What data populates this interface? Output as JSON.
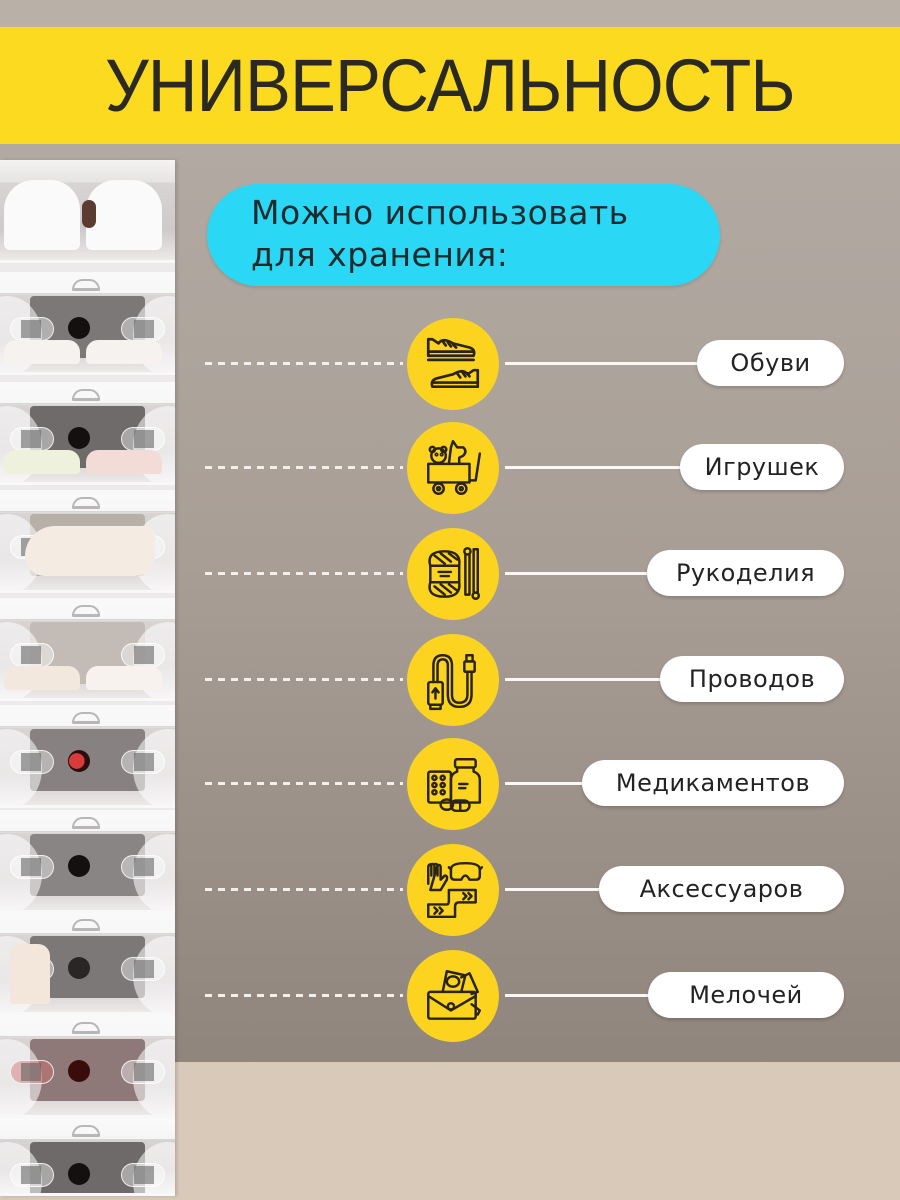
{
  "banner": {
    "title": "УНИВЕРСАЛЬНОСТЬ",
    "background_color": "#fcda1f",
    "text_color": "#2b2a22"
  },
  "intro": {
    "line1": "Можно использовать",
    "line2": "для хранения:",
    "background_color": "#2ad8f5"
  },
  "categories": [
    {
      "label": "Обуви",
      "icon": "sneakers-icon"
    },
    {
      "label": "Игрушек",
      "icon": "toy-wagon-icon"
    },
    {
      "label": "Рукоделия",
      "icon": "yarn-needles-icon"
    },
    {
      "label": "Проводов",
      "icon": "usb-cable-icon"
    },
    {
      "label": "Медикаментов",
      "icon": "medicine-icon"
    },
    {
      "label": "Аксессуаров",
      "icon": "gloves-goggles-scarf-icon"
    },
    {
      "label": "Мелочей",
      "icon": "pouch-icon"
    }
  ],
  "colors": {
    "icon_circle": "#fcd41f",
    "panel": "#a89e96",
    "label_pill": "#ffffff",
    "bottom_band": "#d8c9b8"
  },
  "image": {
    "stack_description": "stack of transparent plastic shoe boxes with shoes inside",
    "box_count": 10
  }
}
